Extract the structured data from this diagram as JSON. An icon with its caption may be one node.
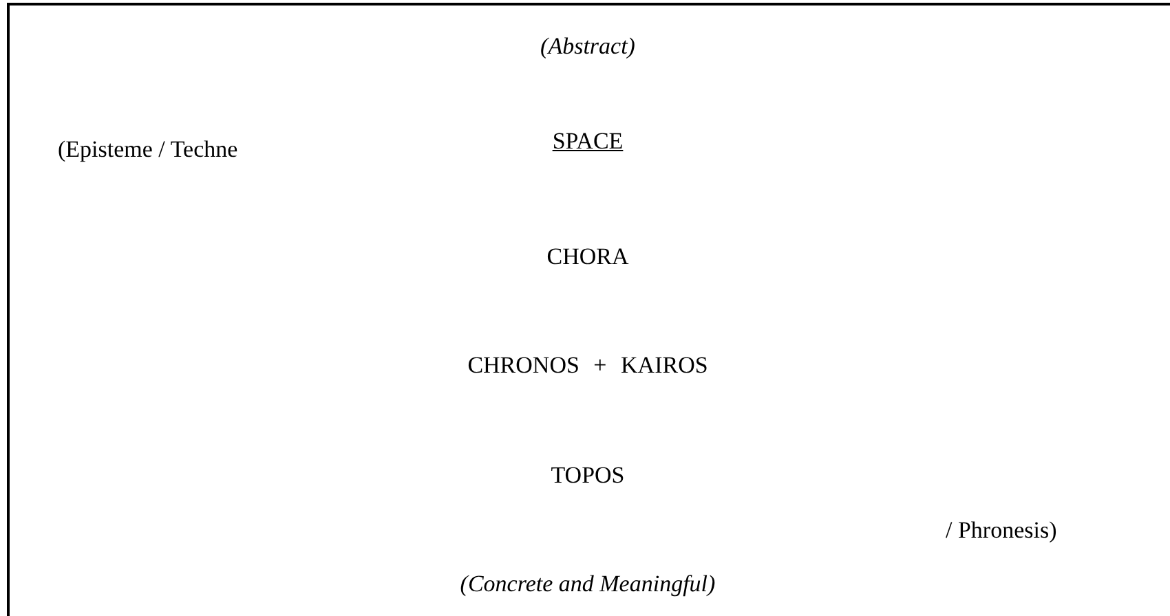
{
  "diagram": {
    "labels": [
      "(Abstract)",
      "(Episteme / Techne",
      "SPACE",
      "CHORA",
      "CHRONOS + KAIROS",
      "TOPOS",
      "/ Phronesis)",
      "(Concrete and Meaningful)"
    ]
  }
}
